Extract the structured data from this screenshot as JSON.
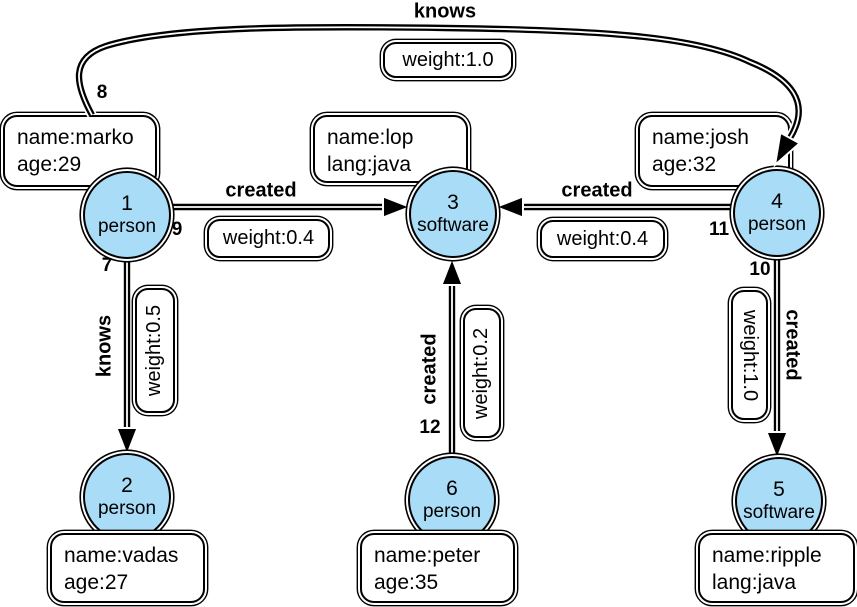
{
  "colors": {
    "node_fill": "#A9DCF7",
    "line": "#000000",
    "box_fill": "#FFFFFF",
    "background": "#FFFFFF"
  },
  "nodes": [
    {
      "id": "1",
      "type": "person",
      "props": [
        "name:marko",
        "age:29"
      ]
    },
    {
      "id": "2",
      "type": "person",
      "props": [
        "name:vadas",
        "age:27"
      ]
    },
    {
      "id": "3",
      "type": "software",
      "props": [
        "name:lop",
        "lang:java"
      ]
    },
    {
      "id": "4",
      "type": "person",
      "props": [
        "name:josh",
        "age:32"
      ]
    },
    {
      "id": "5",
      "type": "software",
      "props": [
        "name:ripple",
        "lang:java"
      ]
    },
    {
      "id": "6",
      "type": "person",
      "props": [
        "name:peter",
        "age:35"
      ]
    }
  ],
  "edges": [
    {
      "id": "8",
      "label": "knows",
      "weight": "weight:1.0",
      "from": "1",
      "to": "4"
    },
    {
      "id": "7",
      "label": "knows",
      "weight": "weight:0.5",
      "from": "1",
      "to": "2"
    },
    {
      "id": "9",
      "label": "created",
      "weight": "weight:0.4",
      "from": "1",
      "to": "3"
    },
    {
      "id": "11",
      "label": "created",
      "weight": "weight:0.4",
      "from": "4",
      "to": "3"
    },
    {
      "id": "12",
      "label": "created",
      "weight": "weight:0.2",
      "from": "6",
      "to": "3"
    },
    {
      "id": "10",
      "label": "created",
      "weight": "weight:1.0",
      "from": "4",
      "to": "5"
    }
  ]
}
